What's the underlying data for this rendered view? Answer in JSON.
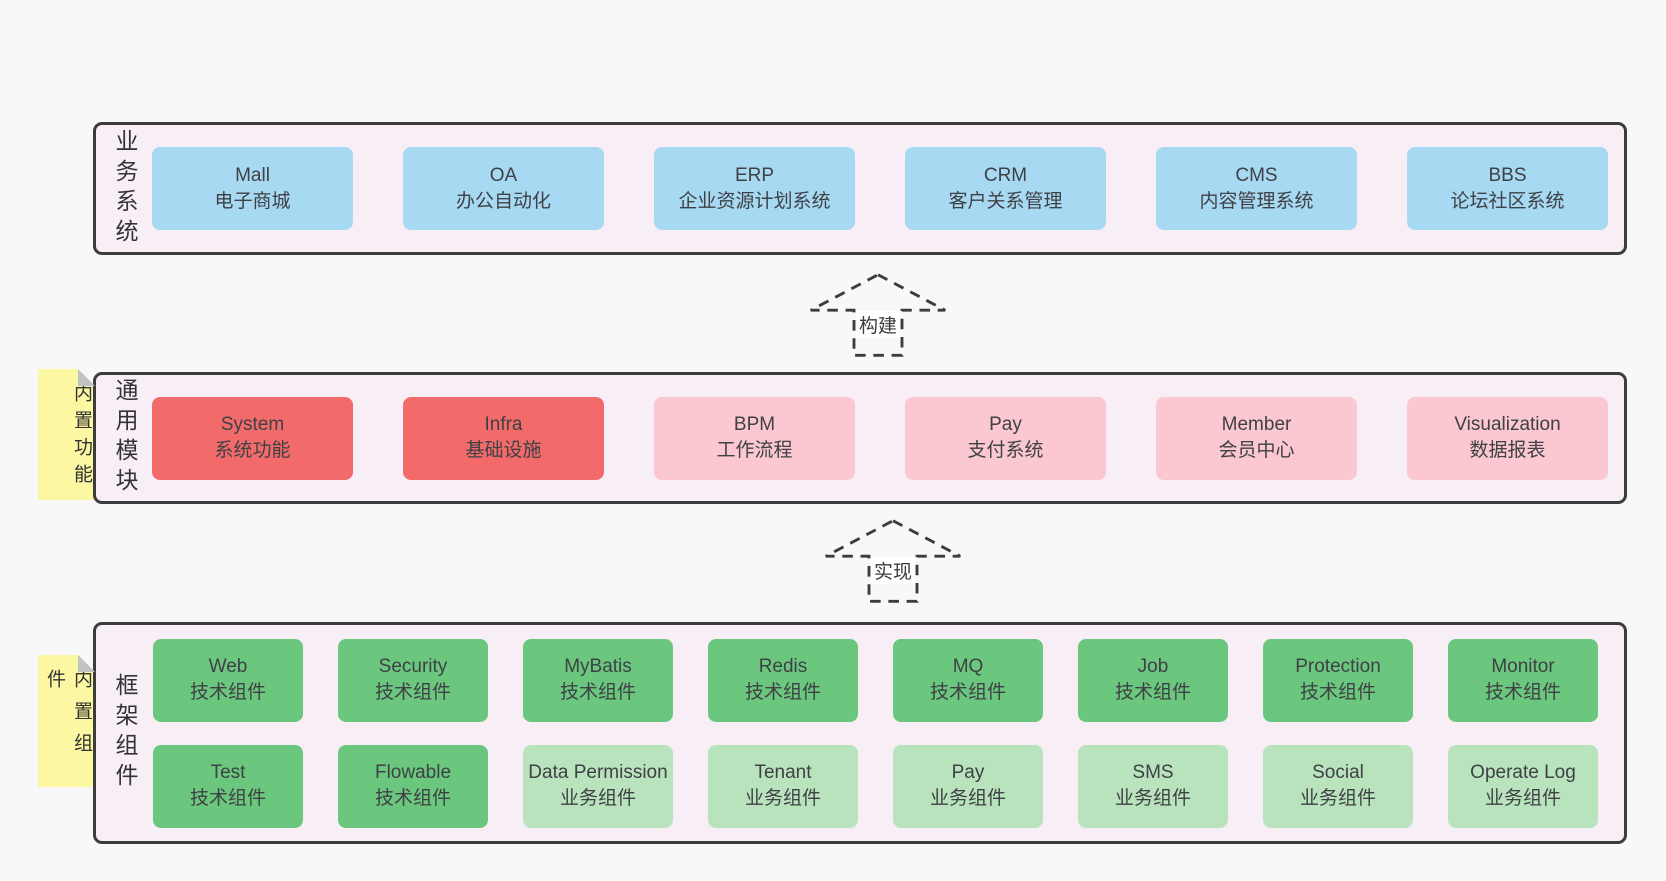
{
  "colors": {
    "page_bg": "#f8f8f8",
    "panel_bg": "#f8eef6",
    "panel_border": "#3c3c3c",
    "blue": "#a8d9f3",
    "red": "#f36a6a",
    "pink": "#fbc7d0",
    "green_dark": "#6bc77d",
    "green_light": "#b9e3bd",
    "note_yellow": "#fbf7a3",
    "note_fold": "#c0c2c4"
  },
  "arrows": [
    {
      "label": "构建"
    },
    {
      "label": "实现"
    }
  ],
  "sections": {
    "business": {
      "side_label": "业务系统",
      "boxes": [
        {
          "en": "Mall",
          "zh": "电子商城",
          "variant": "blue"
        },
        {
          "en": "OA",
          "zh": "办公自动化",
          "variant": "blue"
        },
        {
          "en": "ERP",
          "zh": "企业资源计划系统",
          "variant": "blue"
        },
        {
          "en": "CRM",
          "zh": "客户关系管理",
          "variant": "blue"
        },
        {
          "en": "CMS",
          "zh": "内容管理系统",
          "variant": "blue"
        },
        {
          "en": "BBS",
          "zh": "论坛社区系统",
          "variant": "blue"
        }
      ]
    },
    "modules": {
      "side_label": "通用模块",
      "sticky_note": "内置功能",
      "boxes": [
        {
          "en": "System",
          "zh": "系统功能",
          "variant": "red"
        },
        {
          "en": "Infra",
          "zh": "基础设施",
          "variant": "red"
        },
        {
          "en": "BPM",
          "zh": "工作流程",
          "variant": "pink"
        },
        {
          "en": "Pay",
          "zh": "支付系统",
          "variant": "pink"
        },
        {
          "en": "Member",
          "zh": "会员中心",
          "variant": "pink"
        },
        {
          "en": "Visualization",
          "zh": "数据报表",
          "variant": "pink"
        }
      ]
    },
    "components": {
      "side_label": "框架组件",
      "sticky_note": "内置组件",
      "rows": [
        [
          {
            "en": "Web",
            "zh": "技术组件",
            "variant": "green-dark"
          },
          {
            "en": "Security",
            "zh": "技术组件",
            "variant": "green-dark"
          },
          {
            "en": "MyBatis",
            "zh": "技术组件",
            "variant": "green-dark"
          },
          {
            "en": "Redis",
            "zh": "技术组件",
            "variant": "green-dark"
          },
          {
            "en": "MQ",
            "zh": "技术组件",
            "variant": "green-dark"
          },
          {
            "en": "Job",
            "zh": "技术组件",
            "variant": "green-dark"
          },
          {
            "en": "Protection",
            "zh": "技术组件",
            "variant": "green-dark"
          },
          {
            "en": "Monitor",
            "zh": "技术组件",
            "variant": "green-dark"
          }
        ],
        [
          {
            "en": "Test",
            "zh": "技术组件",
            "variant": "green-dark"
          },
          {
            "en": "Flowable",
            "zh": "技术组件",
            "variant": "green-dark"
          },
          {
            "en": "Data Permission",
            "zh": "业务组件",
            "variant": "green-light"
          },
          {
            "en": "Tenant",
            "zh": "业务组件",
            "variant": "green-light"
          },
          {
            "en": "Pay",
            "zh": "业务组件",
            "variant": "green-light"
          },
          {
            "en": "SMS",
            "zh": "业务组件",
            "variant": "green-light"
          },
          {
            "en": "Social",
            "zh": "业务组件",
            "variant": "green-light"
          },
          {
            "en": "Operate Log",
            "zh": "业务组件",
            "variant": "green-light"
          }
        ]
      ]
    }
  }
}
